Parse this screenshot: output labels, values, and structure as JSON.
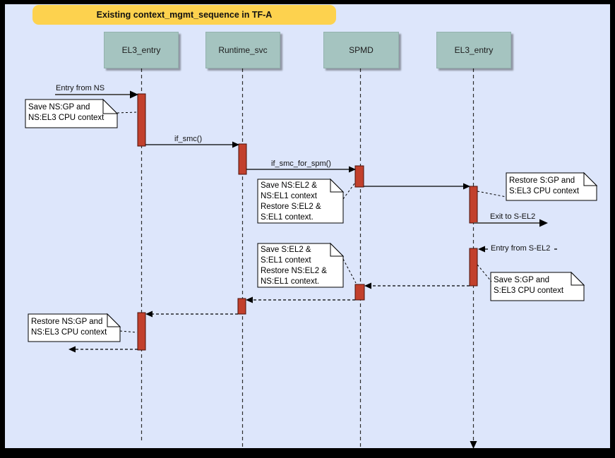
{
  "title": "Existing context_mgmt_sequence in TF-A",
  "lifelines": [
    {
      "label": "EL3_entry"
    },
    {
      "label": "Runtime_svc"
    },
    {
      "label": "SPMD"
    },
    {
      "label": "EL3_entry"
    }
  ],
  "messages": {
    "entry_from_ns": "Entry from NS",
    "if_smc": "if_smc()",
    "if_smc_for_spm": "if_smc_for_spm()",
    "exit_to_s_el2": "Exit to S-EL2",
    "entry_from_s_el2": "Entry from S-EL2"
  },
  "notes": {
    "save_ns_gp": "Save NS:GP and\nNS:EL3 CPU context",
    "save_ns_el2": "Save NS:EL2 &\nNS:EL1 context\nRestore S:EL2 &\nS:EL1 context.",
    "restore_s_gp": "Restore S:GP and\nS:EL3 CPU context",
    "save_s_el2": "Save S:EL2 &\nS:EL1 context\nRestore NS:EL2 &\nNS:EL1 context.",
    "save_s_gp": "Save S:GP and\nS:EL3 CPU context",
    "restore_ns_gp": "Restore NS:GP and\nNS:EL3 CPU context"
  },
  "colors": {
    "background": "#dde6fb",
    "frame": "#000000",
    "title_banner": "#fdd24e",
    "lifeline_head": "#a5c4c0",
    "activation_fill": "#c2402c",
    "activation_border": "#4a1009",
    "note_fill": "#ffffff",
    "entry_exit_arrow": "#5a5a5a",
    "arrow": "#000000"
  }
}
